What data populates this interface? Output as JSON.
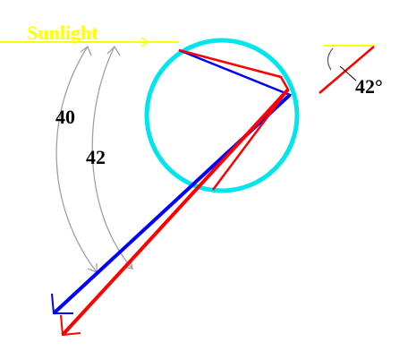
{
  "diagram": {
    "sunlight_label": "Sunlight",
    "angle_label_40": "40",
    "angle_label_42": "42",
    "inset_angle_label": "42°",
    "colors": {
      "sunlight": "#ffff00",
      "droplet": "#00e5ee",
      "red_ray": "#ff0000",
      "blue_ray": "#0000ff",
      "arc": "#a0a0a0",
      "text": "#000000"
    }
  }
}
